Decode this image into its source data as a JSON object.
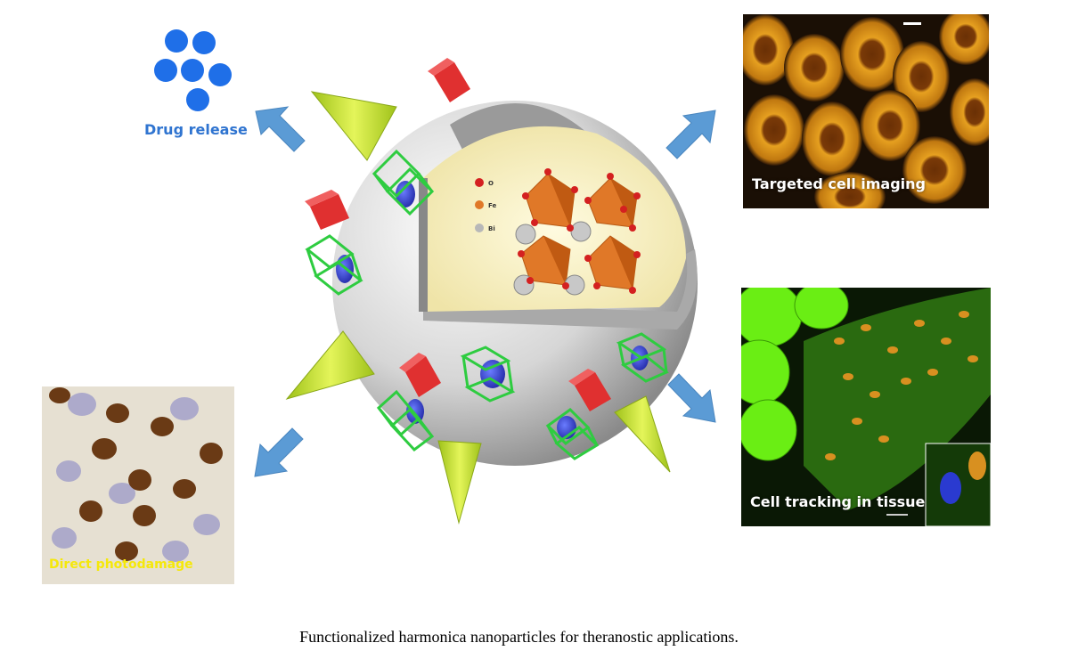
{
  "labels": {
    "drug_release": "Drug release",
    "targeted_cell_imaging": "Targeted cell imaging",
    "cell_tracking": "Cell tracking in tissue",
    "direct_photodamage": "Direct photodamage"
  },
  "legend": [
    {
      "symbol": "O",
      "color": "#d42020"
    },
    {
      "symbol": "Fe",
      "color": "#e07828"
    },
    {
      "symbol": "Bi",
      "color": "#b8b8b8"
    }
  ],
  "caption": "Functionalized harmonica nanoparticles for theranostic applications.",
  "colors": {
    "arrow": "#5b9bd5",
    "drug": "#1f6fe8",
    "cone": "#c8e628",
    "cube": "#e03030",
    "cage": "#2ecc40",
    "sphere": "#3040d0"
  }
}
